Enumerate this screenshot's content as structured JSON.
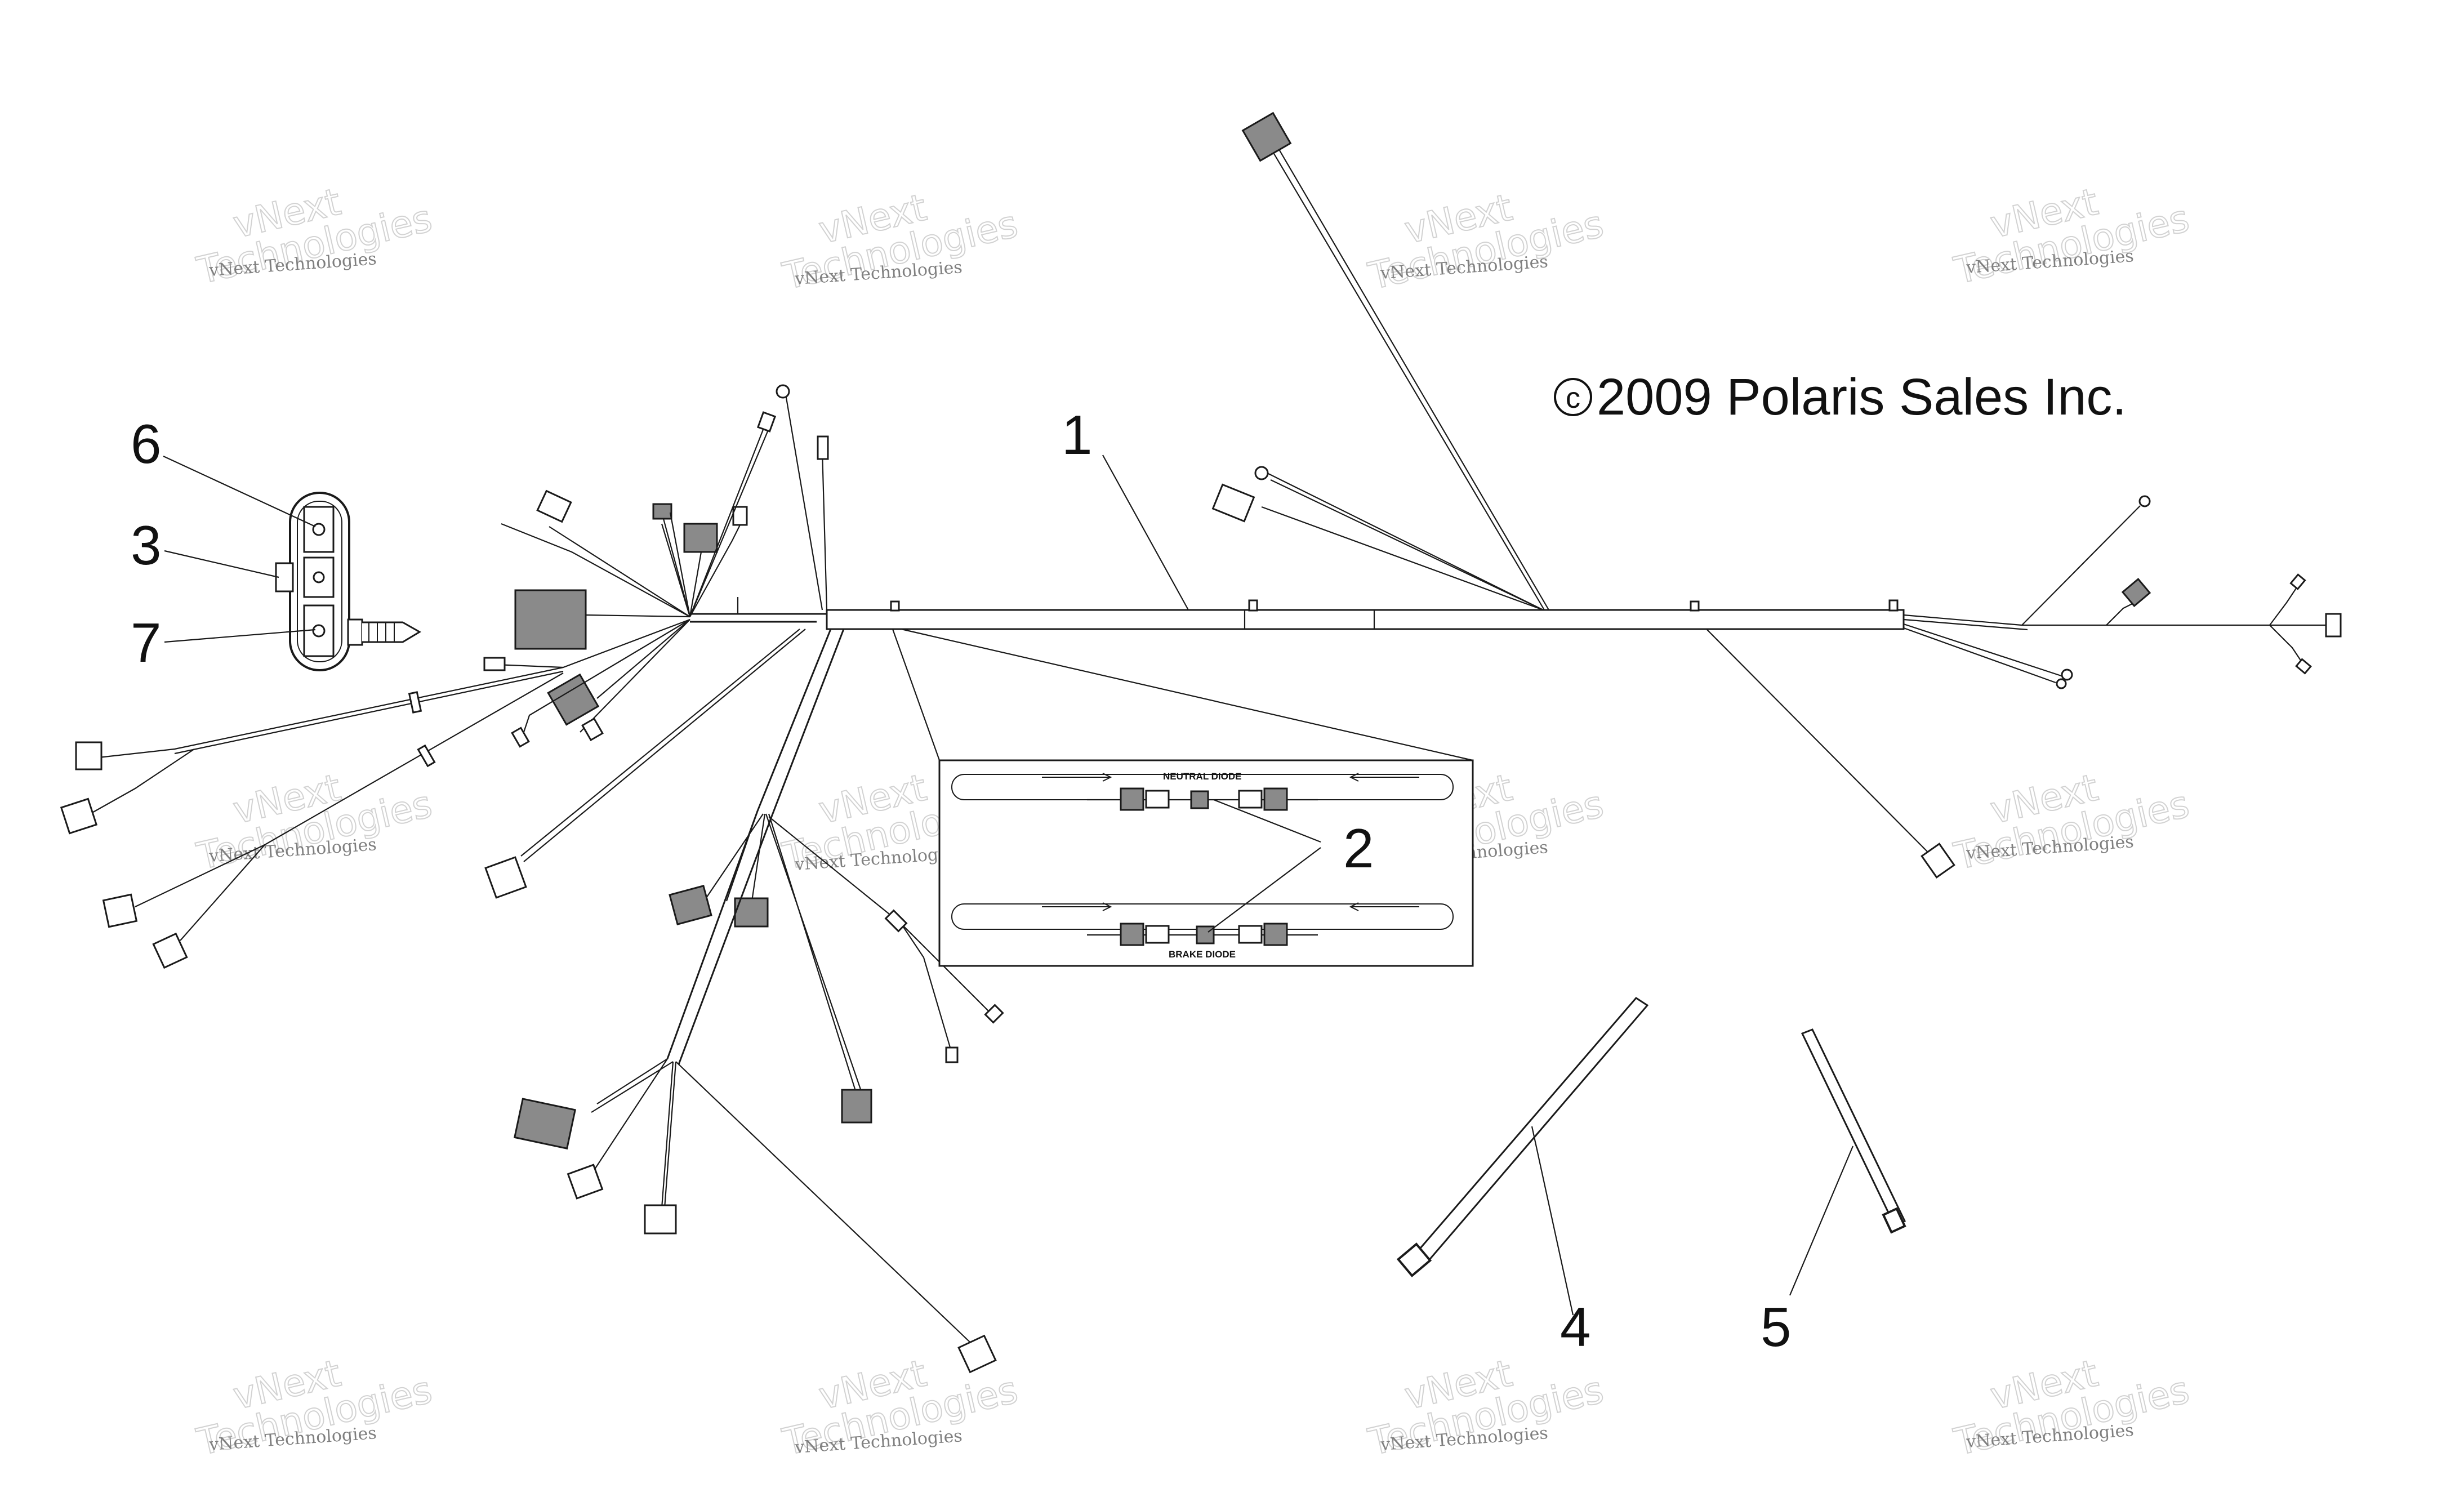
{
  "copyright": "2009 Polaris Sales Inc.",
  "copyright_symbol": "c",
  "callouts": [
    "1",
    "2",
    "3",
    "4",
    "5",
    "6",
    "7"
  ],
  "inset": {
    "top_label": "NEUTRAL DIODE",
    "bottom_label": "BRAKE DIODE"
  },
  "watermark": {
    "line1": "vNext Technologies",
    "line2": "vNext",
    "line3": "Technologies"
  },
  "colors": {
    "line": "#1a1a1a",
    "background": "#ffffff",
    "watermark": "#d2d2d2"
  }
}
